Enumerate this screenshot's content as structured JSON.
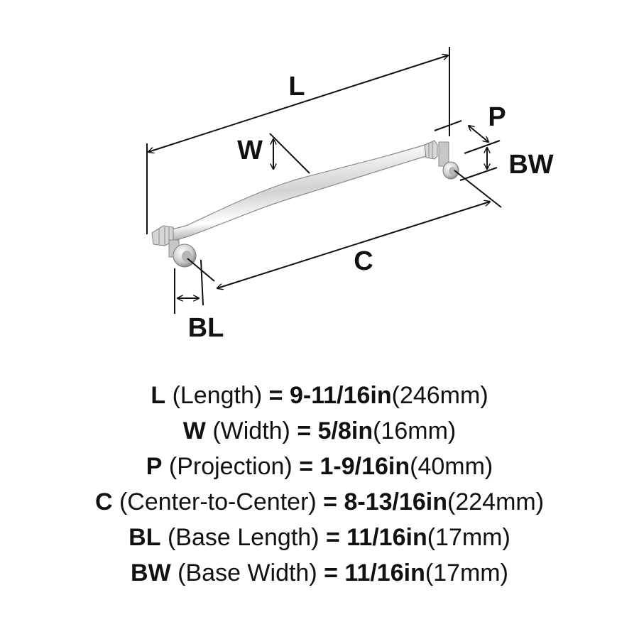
{
  "labels": {
    "L": "L",
    "W": "W",
    "P": "P",
    "BW": "BW",
    "C": "C",
    "BL": "BL"
  },
  "specs": [
    {
      "code": "L",
      "name": "(Length)",
      "eq": "=",
      "inch": "9-11/16in",
      "mm": "(246mm)"
    },
    {
      "code": "W",
      "name": "(Width)",
      "eq": "=",
      "inch": "5/8in",
      "mm": "(16mm)"
    },
    {
      "code": "P",
      "name": "(Projection)",
      "eq": "=",
      "inch": "1-9/16in",
      "mm": "(40mm)"
    },
    {
      "code": "C",
      "name": "(Center-to-Center)",
      "eq": "=",
      "inch": "8-13/16in",
      "mm": "(224mm)"
    },
    {
      "code": "BL",
      "name": "(Base Length)",
      "eq": "=",
      "inch": "11/16in",
      "mm": "(17mm)"
    },
    {
      "code": "BW",
      "name": "(Base Width)",
      "eq": "=",
      "inch": "11/16in",
      "mm": "(17mm)"
    }
  ],
  "colors": {
    "ink": "#111111",
    "chrome_light": "#f4f4f4",
    "chrome_mid": "#c9c9c9",
    "chrome_dark": "#8f8f8f"
  }
}
